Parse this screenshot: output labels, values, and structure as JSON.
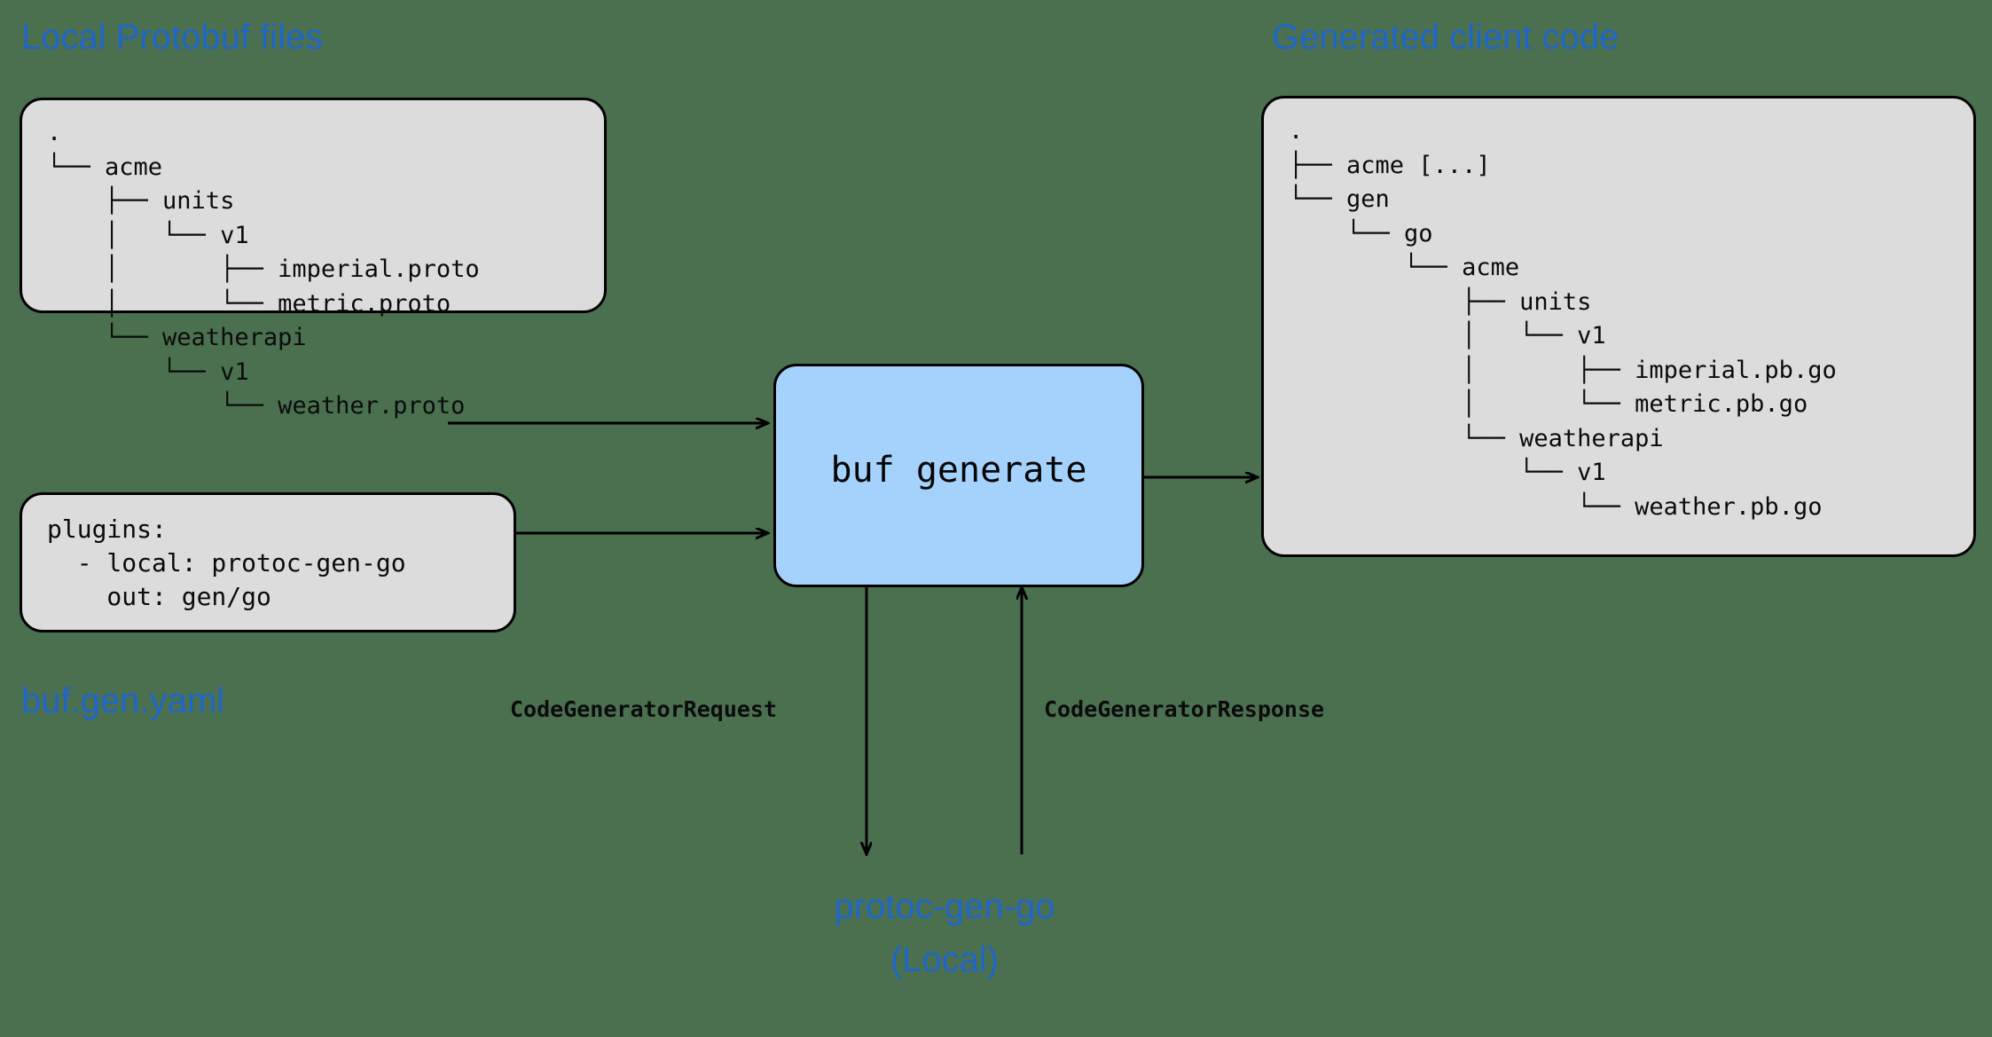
{
  "diagram": {
    "background_color": "#4a7050",
    "accent_color": "#1f66c8",
    "node_fill": "#a5d2fd",
    "panel_fill": "#dcdcdc",
    "stroke_color": "#000000"
  },
  "captions": {
    "local_protobuf": "Local Protobuf files",
    "generated_client": "Generated client code",
    "buf_gen_yaml": "buf.gen.yaml"
  },
  "local_tree": {
    "text": ".\n└── acme\n    ├── units\n    │   └── v1\n    │       ├── imperial.proto\n    │       └── metric.proto\n    └── weatherapi\n        └── v1\n            └── weather.proto",
    "lines": [
      ".",
      "└── acme",
      "    ├── units",
      "    │   └── v1",
      "    │       ├── imperial.proto",
      "    │       └── metric.proto",
      "    └── weatherapi",
      "        └── v1",
      "            └── weather.proto"
    ]
  },
  "generated_tree": {
    "text": ".\n├── acme [...]\n└── gen\n    └── go\n        └── acme\n            ├── units\n            │   └── v1\n            │       ├── imperial.pb.go\n            │       └── metric.pb.go\n            └── weatherapi\n                └── v1\n                    └── weather.pb.go",
    "lines": [
      ".",
      "├── acme [...]",
      "└── gen",
      "    └── go",
      "        └── acme",
      "            ├── units",
      "            │   └── v1",
      "            │       ├── imperial.pb.go",
      "            │       └── metric.pb.go",
      "            └── weatherapi",
      "                └── v1",
      "                    └── weather.pb.go"
    ]
  },
  "yaml_config": {
    "text": "plugins:\n  - local: protoc-gen-go\n    out: gen/go",
    "lines": [
      "plugins:",
      "  - local: protoc-gen-go",
      "    out: gen/go"
    ]
  },
  "center_node": {
    "label": "buf generate"
  },
  "edge_labels": {
    "request": "CodeGeneratorRequest",
    "response": "CodeGeneratorResponse"
  },
  "plugin": {
    "name": "protoc-gen-go",
    "qualifier": "(Local)"
  }
}
